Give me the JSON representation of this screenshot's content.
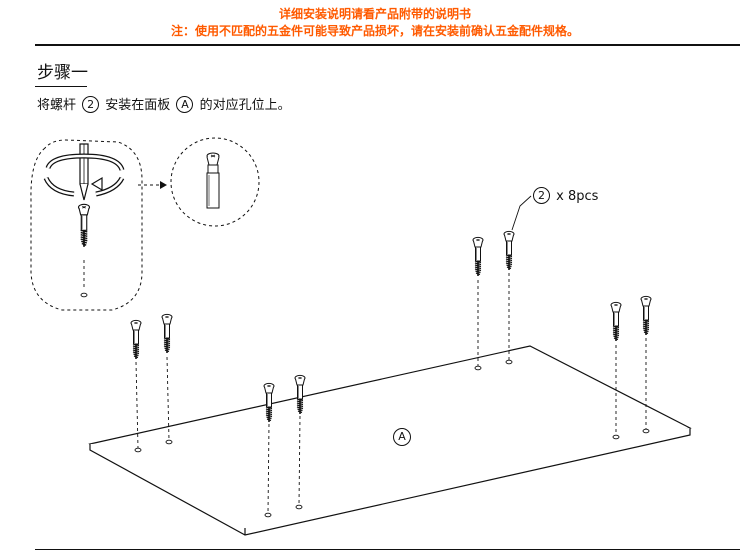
{
  "header": {
    "line1": "详细安装说明请看产品附带的说明书",
    "line2": "注：使用不匹配的五金件可能导致产品损坏，请在安装前确认五金配件规格。",
    "accent_color": "#ff5a00"
  },
  "step": {
    "title": "步骤一",
    "instruction_pre": "将螺杆",
    "part_number": "2",
    "instruction_mid": "安装在面板",
    "panel_letter": "A",
    "instruction_post": "的对应孔位上。"
  },
  "diagram": {
    "callout_part": "2",
    "callout_quantity": "x 8pcs",
    "panel_label": "A",
    "icons": [
      "screwdriver-icon",
      "rotation-arrow-icon",
      "cam-bolt-icon",
      "dowel-hole-icon"
    ]
  }
}
